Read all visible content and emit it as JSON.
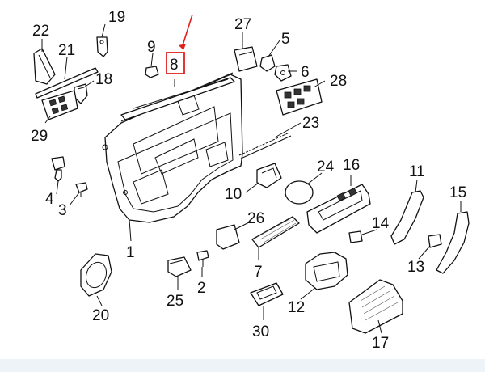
{
  "callouts": {
    "c1": "1",
    "c2": "2",
    "c3": "3",
    "c4": "4",
    "c5": "5",
    "c6": "6",
    "c7": "7",
    "c8": "8",
    "c9": "9",
    "c10": "10",
    "c11": "11",
    "c12": "12",
    "c13": "13",
    "c14": "14",
    "c15": "15",
    "c16": "16",
    "c17": "17",
    "c18": "18",
    "c19": "19",
    "c20": "20",
    "c21": "21",
    "c22": "22",
    "c23": "23",
    "c24": "24",
    "c25": "25",
    "c26": "26",
    "c27": "27",
    "c28": "28",
    "c29": "29",
    "c30": "30"
  },
  "highlight": {
    "part": "8",
    "color": "#e0201b"
  },
  "colors": {
    "line": "#111111",
    "footer": "#eef3f7"
  }
}
